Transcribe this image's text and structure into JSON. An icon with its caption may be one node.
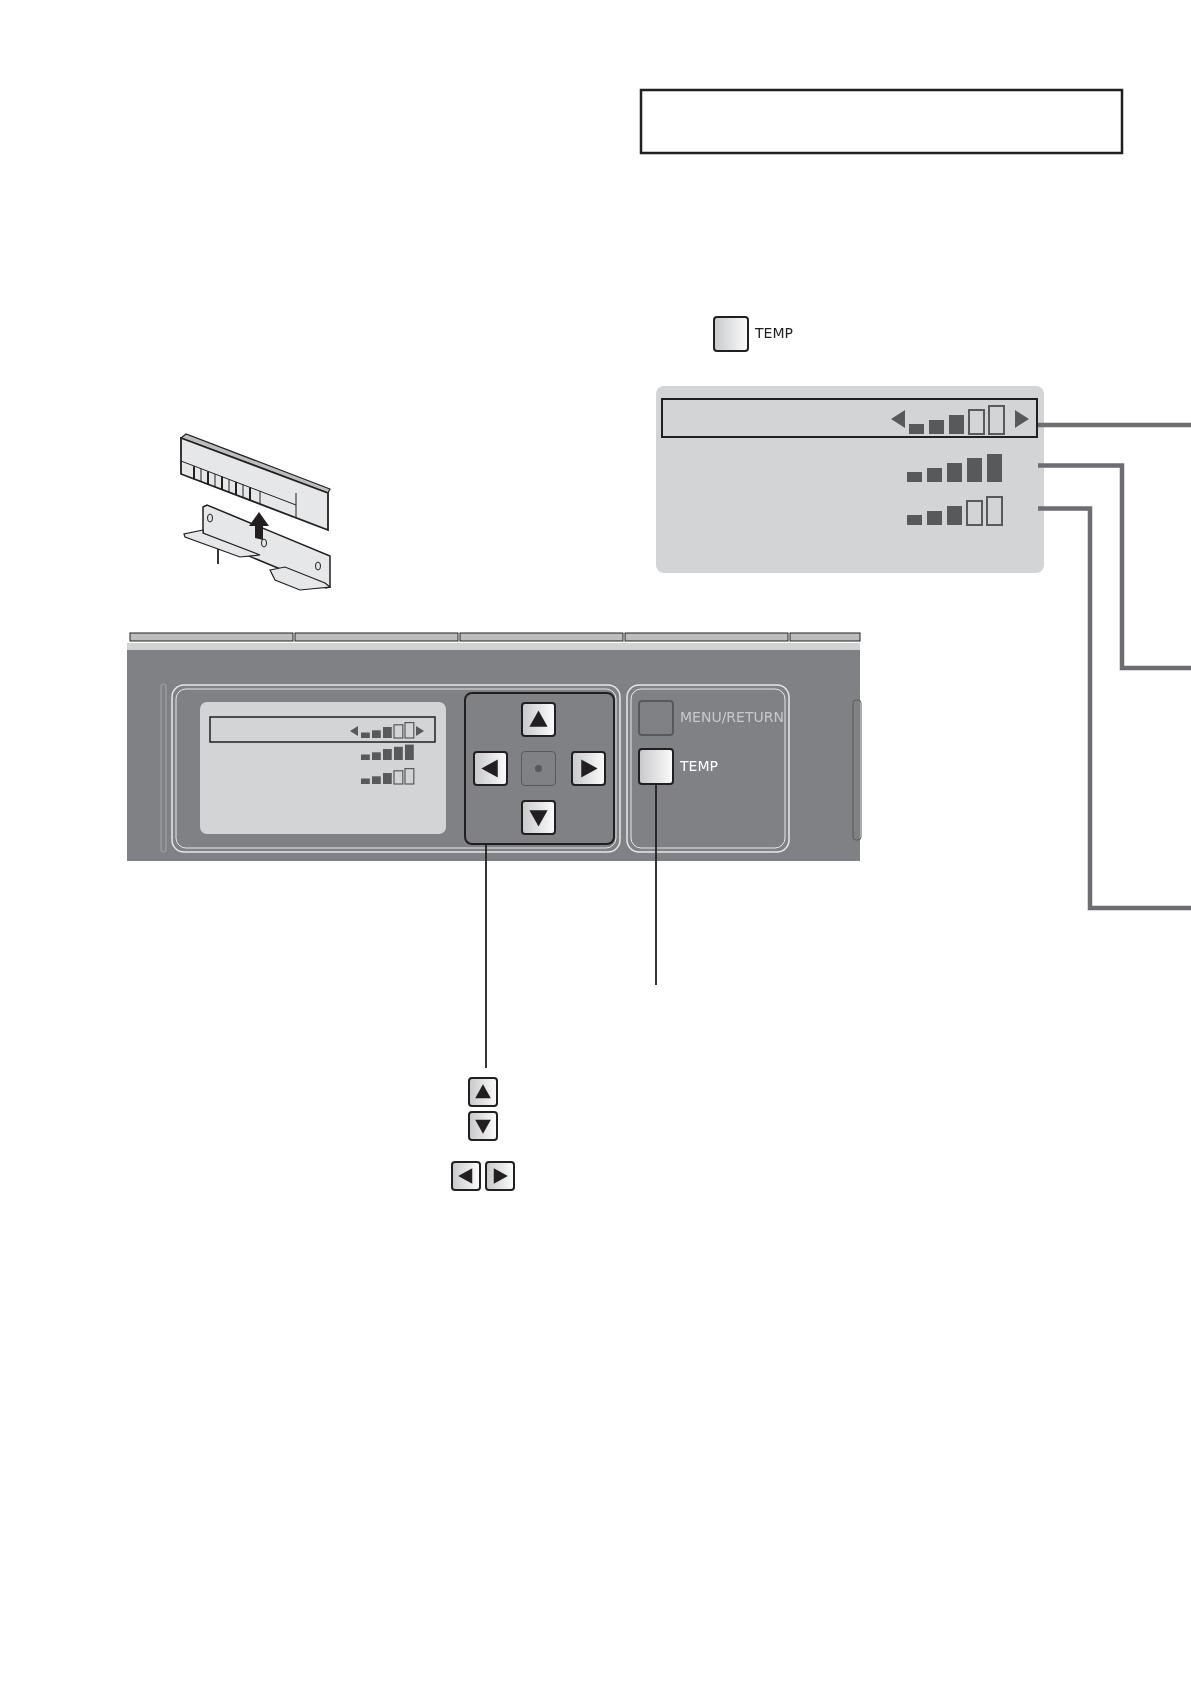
{
  "diagram": {
    "nodes": [
      {
        "text": [],
        "shape": "picture"
      },
      {
        "text": [],
        "shape": "box"
      },
      {
        "text": [],
        "shape": "box",
        "in": 1
      },
      {
        "text": [],
        "shape": "box",
        "in": 1
      },
      {
        "text": [],
        "shape": "box",
        "in": 1
      },
      {
        "text": [],
        "shape": "box"
      },
      {
        "text": [
          "MENU/RETURN"
        ]
      },
      {
        "text": [
          "TEMP"
        ]
      },
      {
        "text": [
          "TEMP"
        ]
      }
    ],
    "edges": [
      {
        "from": 0,
        "to": null,
        "arrow": "none"
      },
      {
        "from": 2,
        "to": null,
        "arrow": "none",
        "style": "thick",
        "color": "#6d6e71"
      },
      {
        "from": 3,
        "to": null,
        "arrow": "none",
        "style": "thick",
        "color": "#6d6e71"
      },
      {
        "from": 4,
        "to": null,
        "arrow": "none",
        "style": "thick",
        "color": "#6d6e71"
      },
      {
        "from": 5,
        "to": null,
        "arrow": "none"
      },
      {
        "from": 7,
        "to": null,
        "arrow": "none"
      }
    ]
  }
}
